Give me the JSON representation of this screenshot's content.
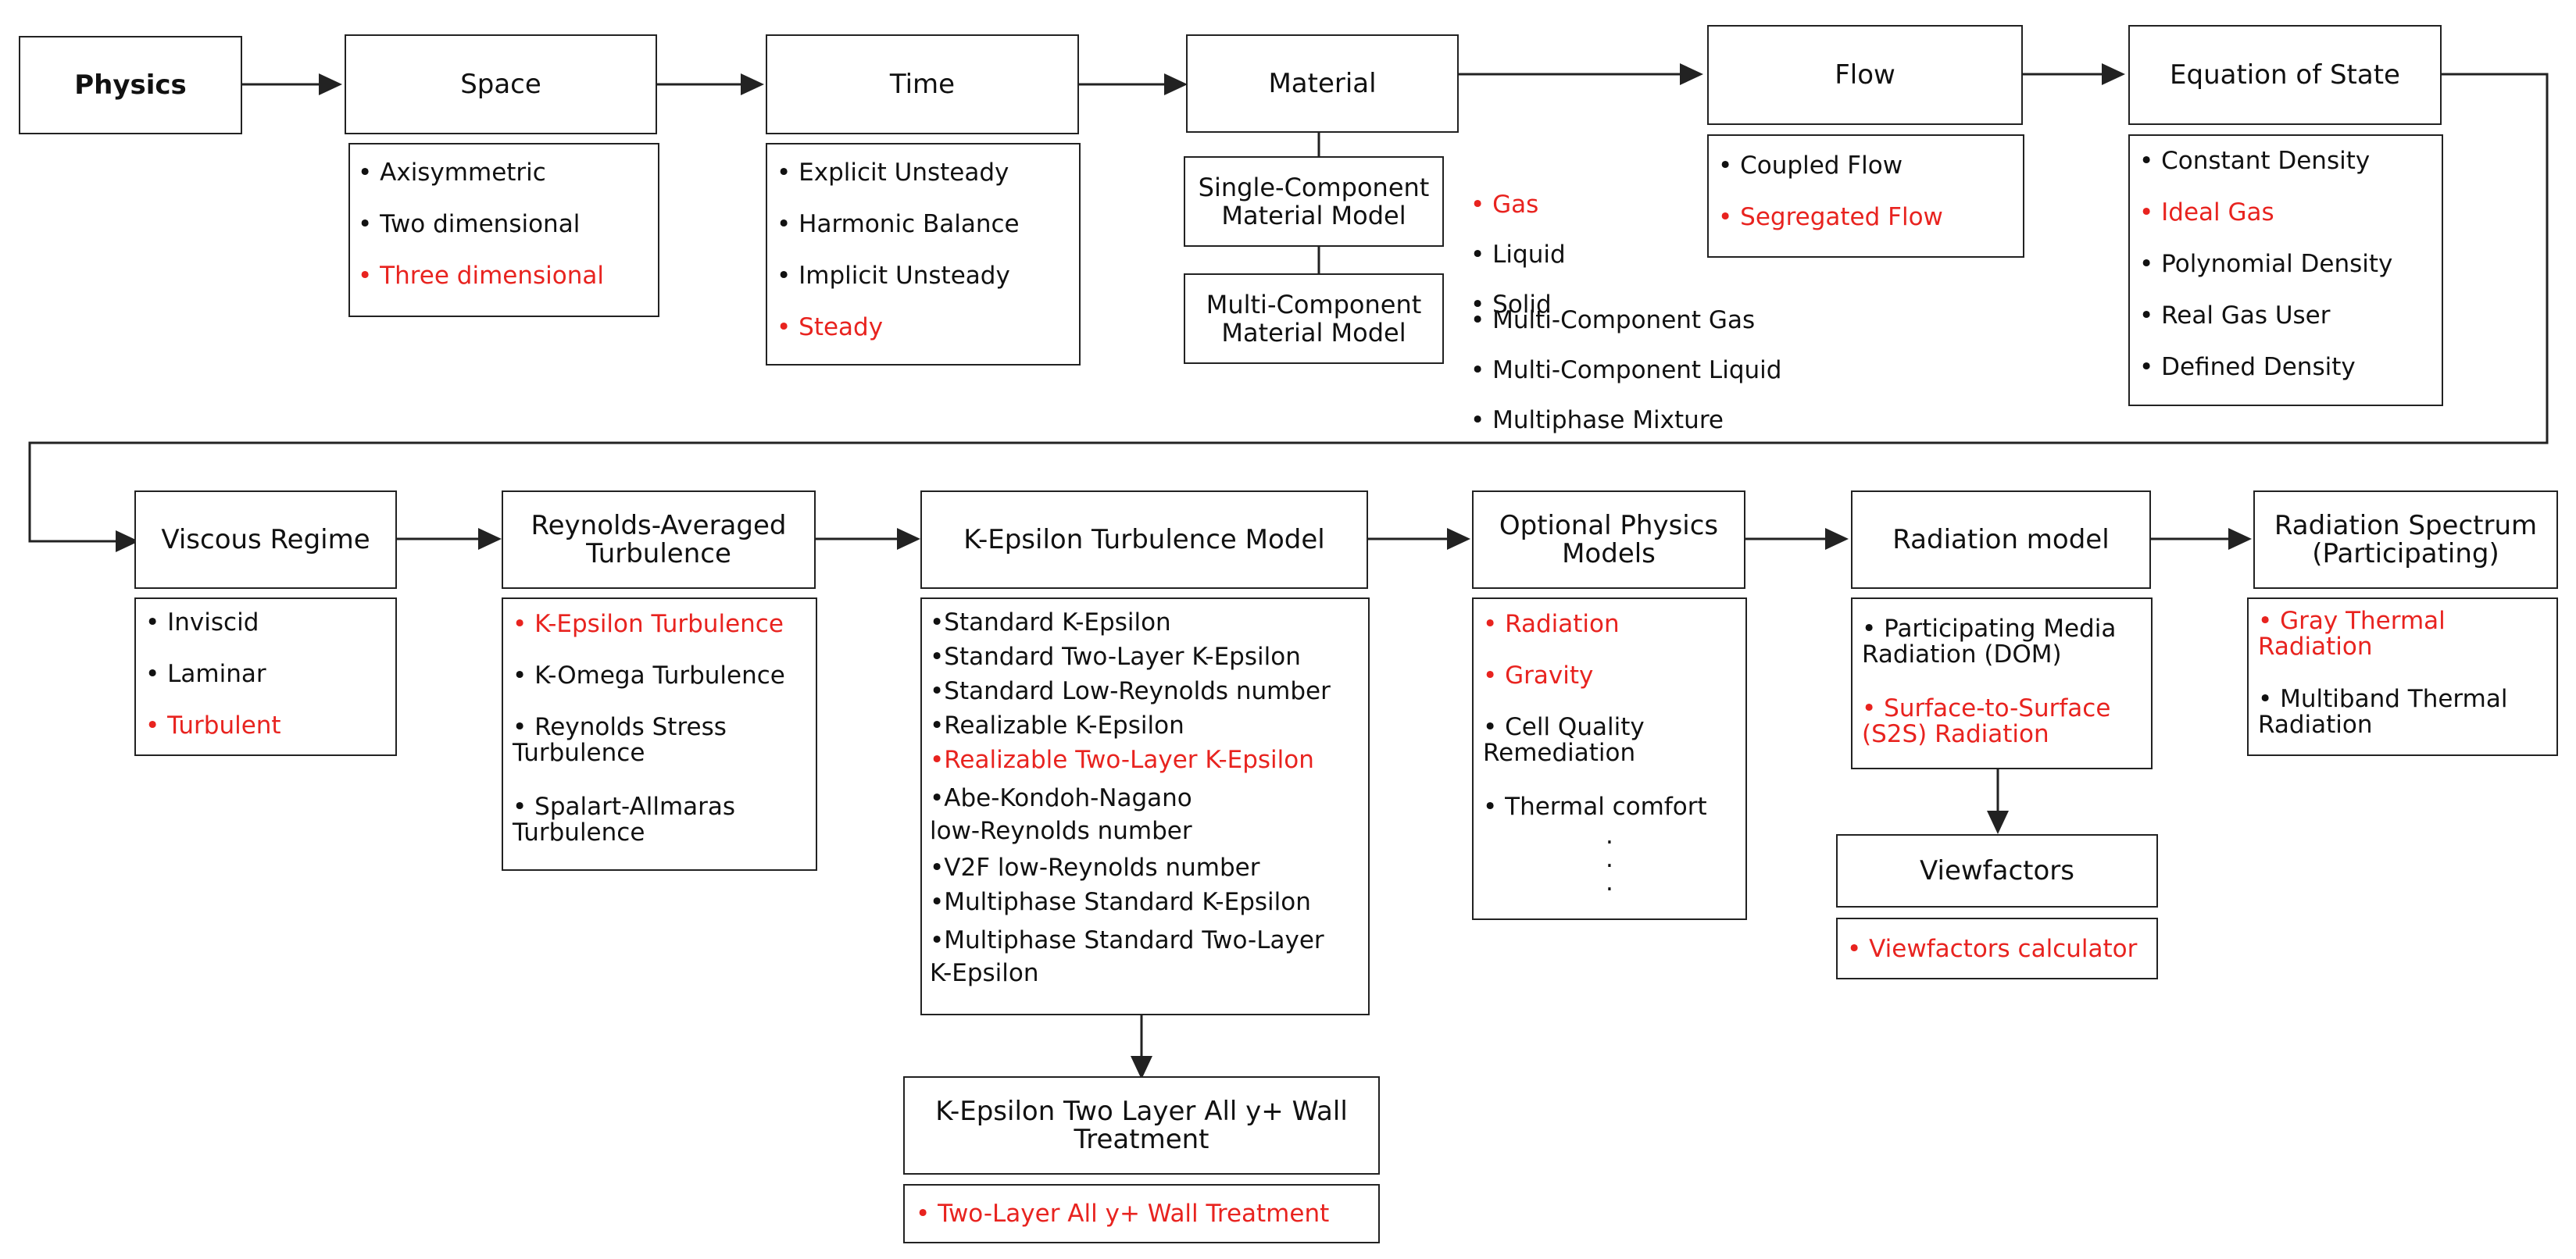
{
  "colors": {
    "highlight": "#e8231f",
    "text": "#111111",
    "line": "#222222"
  },
  "nodes": {
    "physics": "Physics",
    "space": "Space",
    "time": "Time",
    "material": "Material",
    "flow": "Flow",
    "eos": "Equation of State",
    "single": "Single-Component\nMaterial Model",
    "multi": "Multi-Component\nMaterial Model",
    "viscous": "Viscous Regime",
    "rans": "Reynolds-Averaged\nTurbulence",
    "keps": "K-Epsilon Turbulence Model",
    "optional": "Optional Physics\nModels",
    "radiation": "Radiation model",
    "spectrum": "Radiation Spectrum\n(Participating)",
    "viewfactors": "Viewfactors",
    "wall": "K-Epsilon Two Layer All y+ Wall\nTreatment"
  },
  "lists": {
    "space": [
      "• Axisymmetric",
      "• Two dimensional",
      "• Three dimensional"
    ],
    "time": [
      "• Explicit Unsteady",
      "• Harmonic Balance",
      "• Implicit Unsteady",
      "• Steady"
    ],
    "single": [
      "• Gas",
      "• Liquid",
      "• Solid"
    ],
    "multi": [
      "• Multi-Component Gas",
      "• Multi-Component Liquid",
      "• Multiphase Mixture"
    ],
    "flow": [
      "• Coupled Flow",
      "• Segregated Flow"
    ],
    "eos": [
      "• Constant Density",
      "• Ideal Gas",
      "• Polynomial Density",
      "• Real Gas User",
      "• Defined Density"
    ],
    "viscous": [
      "• Inviscid",
      "• Laminar",
      "• Turbulent"
    ],
    "rans": [
      "• K-Epsilon Turbulence",
      "• K-Omega Turbulence",
      "• Reynolds Stress\n  Turbulence",
      "• Spalart-Allmaras\n  Turbulence"
    ],
    "keps": [
      "•Standard K-Epsilon",
      "•Standard Two-Layer K-Epsilon",
      "•Standard Low-Reynolds number",
      "•Realizable K-Epsilon",
      "•Realizable Two-Layer K-Epsilon",
      "•Abe-Kondoh-Nagano\n low-Reynolds number",
      "•V2F low-Reynolds number",
      "•Multiphase Standard K-Epsilon",
      "•Multiphase Standard Two-Layer\n K-Epsilon"
    ],
    "optional": [
      "• Radiation",
      "• Gravity",
      "• Cell Quality\n  Remediation",
      "• Thermal comfort",
      "·",
      "·",
      "·"
    ],
    "radiation": [
      "• Participating Media\n  Radiation (DOM)",
      "• Surface-to-Surface\n  (S2S) Radiation"
    ],
    "spectrum": [
      "• Gray Thermal\n  Radiation",
      "• Multiband Thermal\n  Radiation"
    ],
    "viewfactors": [
      "• Viewfactors calculator"
    ],
    "wall": [
      "• Two-Layer All y+ Wall Treatment"
    ]
  }
}
